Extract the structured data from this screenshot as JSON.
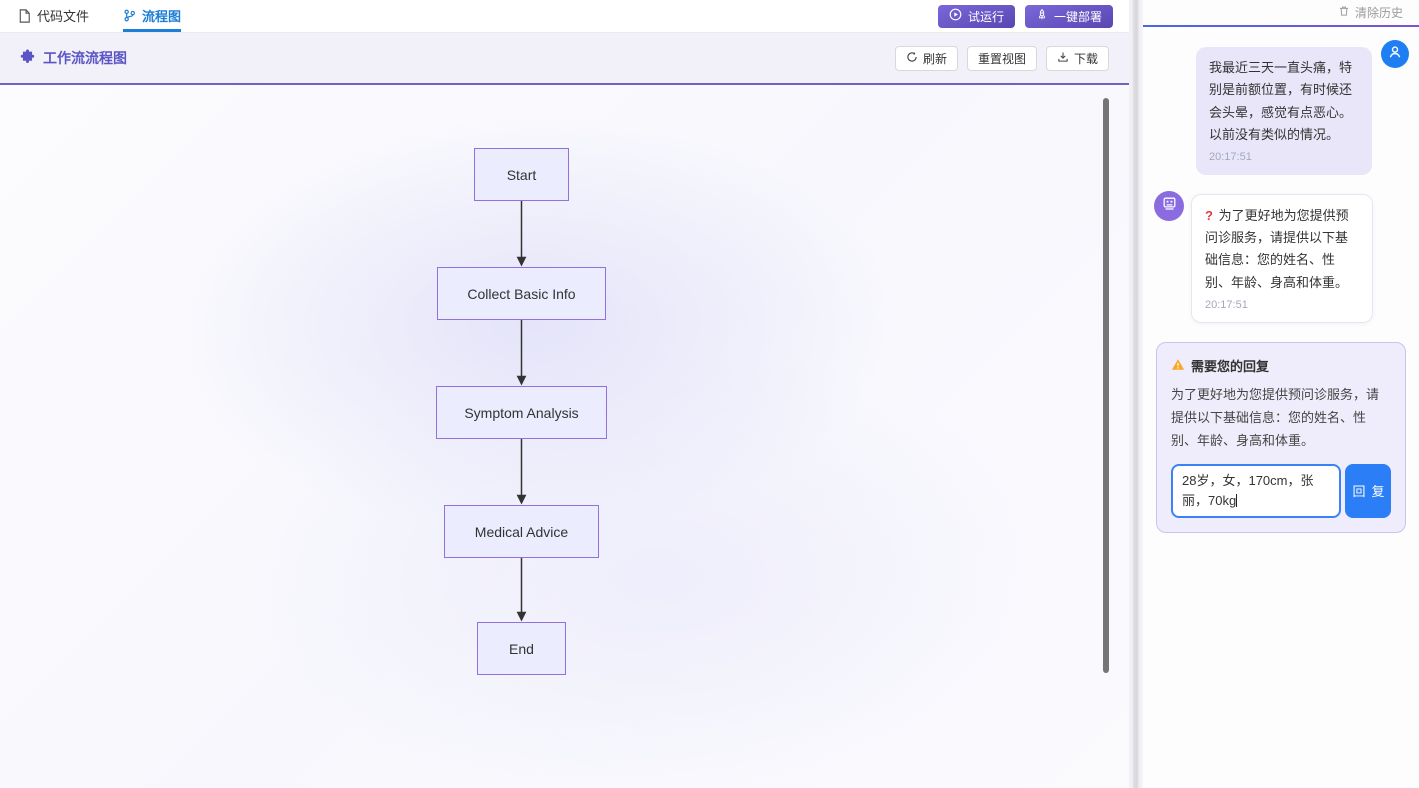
{
  "tab_bar": {
    "tabs": [
      {
        "label": "代码文件"
      },
      {
        "label": "流程图"
      }
    ],
    "actions": {
      "run": "试运行",
      "deploy": "一键部署"
    }
  },
  "toolbar": {
    "title": "工作流流程图",
    "refresh": "刷新",
    "reset_view": "重置视图",
    "download": "下载"
  },
  "flowchart": {
    "nodes": [
      {
        "label": "Start"
      },
      {
        "label": "Collect Basic Info"
      },
      {
        "label": "Symptom Analysis"
      },
      {
        "label": "Medical Advice"
      },
      {
        "label": "End"
      }
    ]
  },
  "chat": {
    "clear_history": "清除历史",
    "messages": [
      {
        "role": "user",
        "text": "我最近三天一直头痛，特别是前额位置，有时候还会头晕，感觉有点恶心。以前没有类似的情况。",
        "time": "20:17:51"
      },
      {
        "role": "assistant",
        "prefix_icon": "?",
        "text": "为了更好地为您提供预问诊服务，请提供以下基础信息：您的姓名、性别、年龄、身高和体重。",
        "time": "20:17:51"
      }
    ],
    "reply_card": {
      "title": "需要您的回复",
      "body": "为了更好地为您提供预问诊服务，请提供以下基础信息：您的姓名、性别、年龄、身高和体重。",
      "input_value": "28岁，女，170cm，张丽，70kg",
      "button": "回复"
    }
  },
  "colors": {
    "accent_purple": "#5b55c5",
    "accent_blue": "#1c7ed6",
    "button_blue": "#2b7ef5",
    "button_purple_gradient_start": "#7a68d9",
    "button_purple_gradient_end": "#5a46b2",
    "node_fill": "#ececff",
    "node_border": "#9370db",
    "user_bubble": "#e8e6f8",
    "user_avatar": "#1f7ff2",
    "bot_avatar": "#8b6ce0",
    "warning_icon": "#f9a825"
  }
}
